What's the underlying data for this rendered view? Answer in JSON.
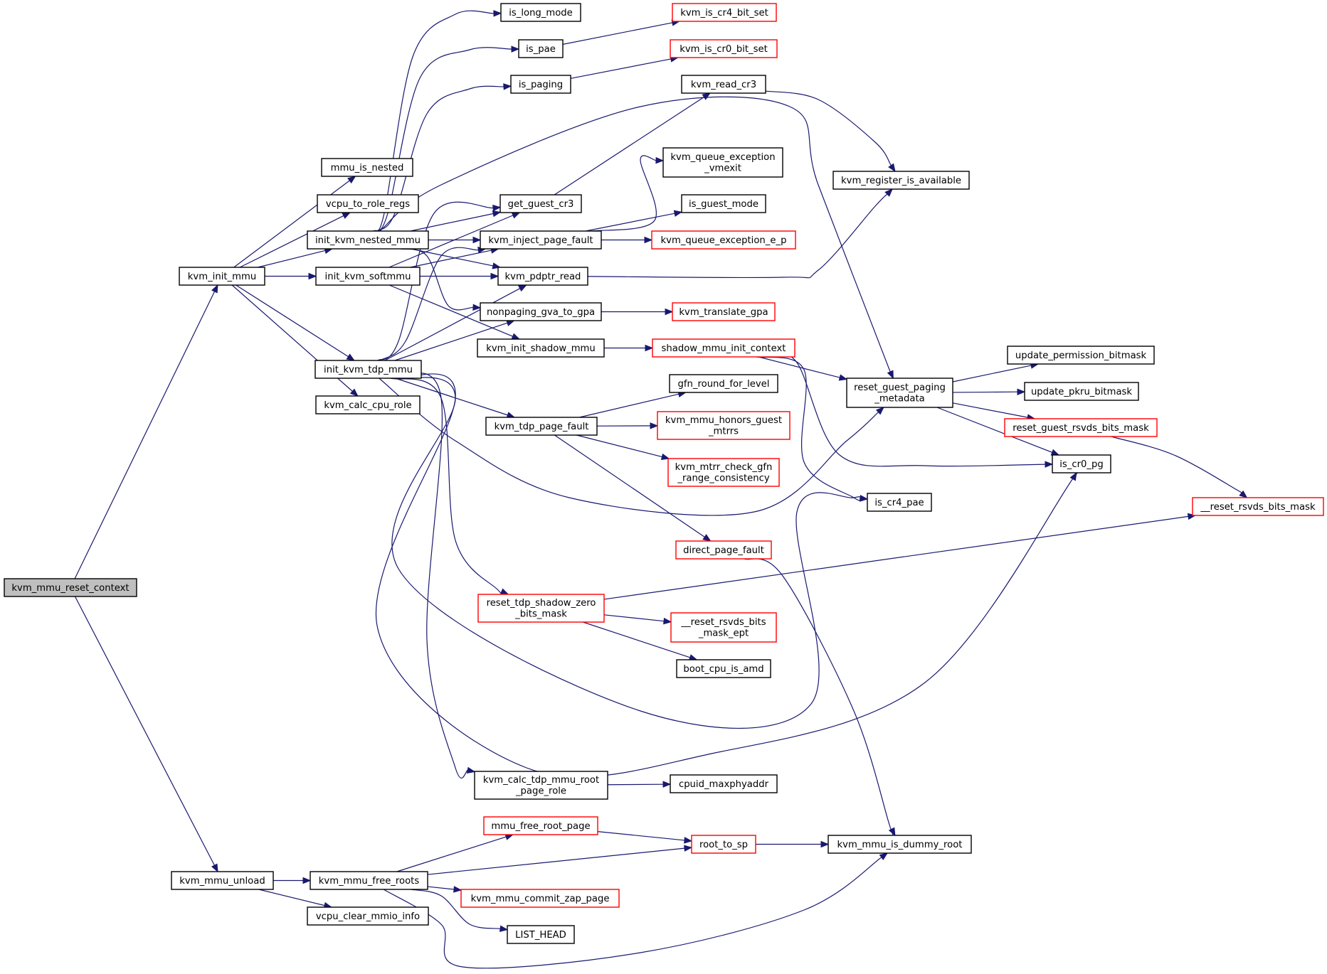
{
  "colors": {
    "edge": "#191970",
    "node_border_black": "#000000",
    "node_border_red": "#ff0000",
    "root_fill": "#bfbfbf",
    "background": "#ffffff"
  },
  "nodes": [
    {
      "id": "n_root",
      "lines": [
        "kvm_mmu_reset_context"
      ],
      "border": "black",
      "highlight": true
    },
    {
      "id": "n_kvm_init_mmu",
      "lines": [
        "kvm_init_mmu"
      ],
      "border": "black"
    },
    {
      "id": "n_kvm_mmu_unload",
      "lines": [
        "kvm_mmu_unload"
      ],
      "border": "black"
    },
    {
      "id": "n_mmu_is_nested",
      "lines": [
        "mmu_is_nested"
      ],
      "border": "black"
    },
    {
      "id": "n_vcpu_to_role_regs",
      "lines": [
        "vcpu_to_role_regs"
      ],
      "border": "black"
    },
    {
      "id": "n_init_kvm_nested_mmu",
      "lines": [
        "init_kvm_nested_mmu"
      ],
      "border": "black"
    },
    {
      "id": "n_init_kvm_softmmu",
      "lines": [
        "init_kvm_softmmu"
      ],
      "border": "black"
    },
    {
      "id": "n_init_kvm_tdp_mmu",
      "lines": [
        "init_kvm_tdp_mmu"
      ],
      "border": "black"
    },
    {
      "id": "n_kvm_calc_cpu_role",
      "lines": [
        "kvm_calc_cpu_role"
      ],
      "border": "black"
    },
    {
      "id": "n_is_long_mode",
      "lines": [
        "is_long_mode"
      ],
      "border": "black"
    },
    {
      "id": "n_is_pae",
      "lines": [
        "is_pae"
      ],
      "border": "black"
    },
    {
      "id": "n_is_paging",
      "lines": [
        "is_paging"
      ],
      "border": "black"
    },
    {
      "id": "n_get_guest_cr3",
      "lines": [
        "get_guest_cr3"
      ],
      "border": "black"
    },
    {
      "id": "n_kvm_inject_page_fault",
      "lines": [
        "kvm_inject_page_fault"
      ],
      "border": "black"
    },
    {
      "id": "n_kvm_pdptr_read",
      "lines": [
        "kvm_pdptr_read"
      ],
      "border": "black"
    },
    {
      "id": "n_nonpaging_gva_to_gpa",
      "lines": [
        "nonpaging_gva_to_gpa"
      ],
      "border": "black"
    },
    {
      "id": "n_kvm_init_shadow_mmu",
      "lines": [
        "kvm_init_shadow_mmu"
      ],
      "border": "black"
    },
    {
      "id": "n_kvm_tdp_page_fault",
      "lines": [
        "kvm_tdp_page_fault"
      ],
      "border": "black"
    },
    {
      "id": "n_reset_tdp_shadow_zero_bits_mask",
      "lines": [
        "reset_tdp_shadow_zero",
        "_bits_mask"
      ],
      "border": "red"
    },
    {
      "id": "n_kvm_calc_tdp_mmu_root_page_role",
      "lines": [
        "kvm_calc_tdp_mmu_root",
        "_page_role"
      ],
      "border": "black"
    },
    {
      "id": "n_kvm_mmu_free_roots",
      "lines": [
        "kvm_mmu_free_roots"
      ],
      "border": "black"
    },
    {
      "id": "n_vcpu_clear_mmio_info",
      "lines": [
        "vcpu_clear_mmio_info"
      ],
      "border": "black"
    },
    {
      "id": "n_mmu_free_root_page",
      "lines": [
        "mmu_free_root_page"
      ],
      "border": "red"
    },
    {
      "id": "n_kvm_mmu_commit_zap_page",
      "lines": [
        "kvm_mmu_commit_zap_page"
      ],
      "border": "red"
    },
    {
      "id": "n_list_head",
      "lines": [
        "LIST_HEAD"
      ],
      "border": "black"
    },
    {
      "id": "n_kvm_is_cr4_bit_set",
      "lines": [
        "kvm_is_cr4_bit_set"
      ],
      "border": "red"
    },
    {
      "id": "n_kvm_is_cr0_bit_set",
      "lines": [
        "kvm_is_cr0_bit_set"
      ],
      "border": "red"
    },
    {
      "id": "n_kvm_read_cr3",
      "lines": [
        "kvm_read_cr3"
      ],
      "border": "black"
    },
    {
      "id": "n_kvm_queue_exception_vmexit",
      "lines": [
        "kvm_queue_exception",
        "_vmexit"
      ],
      "border": "black"
    },
    {
      "id": "n_is_guest_mode",
      "lines": [
        "is_guest_mode"
      ],
      "border": "black"
    },
    {
      "id": "n_kvm_queue_exception_e_p",
      "lines": [
        "kvm_queue_exception_e_p"
      ],
      "border": "red"
    },
    {
      "id": "n_kvm_translate_gpa",
      "lines": [
        "kvm_translate_gpa"
      ],
      "border": "red"
    },
    {
      "id": "n_shadow_mmu_init_context",
      "lines": [
        "shadow_mmu_init_context"
      ],
      "border": "red"
    },
    {
      "id": "n_gfn_round_for_level",
      "lines": [
        "gfn_round_for_level"
      ],
      "border": "black"
    },
    {
      "id": "n_kvm_mmu_honors_guest_mtrrs",
      "lines": [
        "kvm_mmu_honors_guest",
        "_mtrrs"
      ],
      "border": "red"
    },
    {
      "id": "n_kvm_mtrr_check_gfn_range_consistency",
      "lines": [
        "kvm_mtrr_check_gfn",
        "_range_consistency"
      ],
      "border": "red"
    },
    {
      "id": "n_direct_page_fault",
      "lines": [
        "direct_page_fault"
      ],
      "border": "red"
    },
    {
      "id": "n_reset_rsvds_bits_mask_ept",
      "lines": [
        "__reset_rsvds_bits",
        "_mask_ept"
      ],
      "border": "red"
    },
    {
      "id": "n_boot_cpu_is_amd",
      "lines": [
        "boot_cpu_is_amd"
      ],
      "border": "black"
    },
    {
      "id": "n_cpuid_maxphyaddr",
      "lines": [
        "cpuid_maxphyaddr"
      ],
      "border": "black"
    },
    {
      "id": "n_root_to_sp",
      "lines": [
        "root_to_sp"
      ],
      "border": "red"
    },
    {
      "id": "n_kvm_register_is_available",
      "lines": [
        "kvm_register_is_available"
      ],
      "border": "black"
    },
    {
      "id": "n_reset_guest_paging_metadata",
      "lines": [
        "reset_guest_paging",
        "_metadata"
      ],
      "border": "black"
    },
    {
      "id": "n_is_cr4_pae",
      "lines": [
        "is_cr4_pae"
      ],
      "border": "black"
    },
    {
      "id": "n_kvm_mmu_is_dummy_root",
      "lines": [
        "kvm_mmu_is_dummy_root"
      ],
      "border": "black"
    },
    {
      "id": "n_update_permission_bitmask",
      "lines": [
        "update_permission_bitmask"
      ],
      "border": "black"
    },
    {
      "id": "n_update_pkru_bitmask",
      "lines": [
        "update_pkru_bitmask"
      ],
      "border": "black"
    },
    {
      "id": "n_reset_guest_rsvds_bits_mask",
      "lines": [
        "reset_guest_rsvds_bits_mask"
      ],
      "border": "red"
    },
    {
      "id": "n_is_cr0_pg",
      "lines": [
        "is_cr0_pg"
      ],
      "border": "black"
    },
    {
      "id": "n_reset_rsvds_bits_mask",
      "lines": [
        "__reset_rsvds_bits_mask"
      ],
      "border": "red"
    }
  ],
  "edges": [
    {
      "from": "n_root",
      "to": "n_kvm_init_mmu"
    },
    {
      "from": "n_root",
      "to": "n_kvm_mmu_unload"
    },
    {
      "from": "n_kvm_init_mmu",
      "to": "n_mmu_is_nested"
    },
    {
      "from": "n_kvm_init_mmu",
      "to": "n_vcpu_to_role_regs"
    },
    {
      "from": "n_kvm_init_mmu",
      "to": "n_init_kvm_nested_mmu"
    },
    {
      "from": "n_kvm_init_mmu",
      "to": "n_init_kvm_softmmu"
    },
    {
      "from": "n_kvm_init_mmu",
      "to": "n_init_kvm_tdp_mmu"
    },
    {
      "from": "n_kvm_init_mmu",
      "to": "n_kvm_calc_cpu_role"
    },
    {
      "from": "n_init_kvm_nested_mmu",
      "to": "n_is_long_mode"
    },
    {
      "from": "n_init_kvm_nested_mmu",
      "to": "n_is_pae"
    },
    {
      "from": "n_init_kvm_nested_mmu",
      "to": "n_is_paging"
    },
    {
      "from": "n_init_kvm_nested_mmu",
      "to": "n_get_guest_cr3"
    },
    {
      "from": "n_init_kvm_nested_mmu",
      "to": "n_kvm_inject_page_fault"
    },
    {
      "from": "n_init_kvm_nested_mmu",
      "to": "n_kvm_pdptr_read"
    },
    {
      "from": "n_init_kvm_nested_mmu",
      "to": "n_nonpaging_gva_to_gpa"
    },
    {
      "from": "n_init_kvm_nested_mmu",
      "to": "n_reset_guest_paging_metadata"
    },
    {
      "from": "n_init_kvm_softmmu",
      "to": "n_get_guest_cr3"
    },
    {
      "from": "n_init_kvm_softmmu",
      "to": "n_kvm_inject_page_fault"
    },
    {
      "from": "n_init_kvm_softmmu",
      "to": "n_kvm_pdptr_read"
    },
    {
      "from": "n_init_kvm_softmmu",
      "to": "n_kvm_init_shadow_mmu"
    },
    {
      "from": "n_init_kvm_tdp_mmu",
      "to": "n_get_guest_cr3"
    },
    {
      "from": "n_init_kvm_tdp_mmu",
      "to": "n_kvm_inject_page_fault"
    },
    {
      "from": "n_init_kvm_tdp_mmu",
      "to": "n_kvm_pdptr_read"
    },
    {
      "from": "n_init_kvm_tdp_mmu",
      "to": "n_nonpaging_gva_to_gpa"
    },
    {
      "from": "n_init_kvm_tdp_mmu",
      "to": "n_kvm_tdp_page_fault"
    },
    {
      "from": "n_init_kvm_tdp_mmu",
      "to": "n_reset_tdp_shadow_zero_bits_mask"
    },
    {
      "from": "n_init_kvm_tdp_mmu",
      "to": "n_kvm_calc_tdp_mmu_root_page_role"
    },
    {
      "from": "n_init_kvm_tdp_mmu",
      "to": "n_reset_guest_paging_metadata"
    },
    {
      "from": "n_init_kvm_tdp_mmu",
      "to": "n_is_cr4_pae"
    },
    {
      "from": "n_init_kvm_tdp_mmu",
      "to": "n_is_cr0_pg"
    },
    {
      "from": "n_is_pae",
      "to": "n_kvm_is_cr4_bit_set"
    },
    {
      "from": "n_is_paging",
      "to": "n_kvm_is_cr0_bit_set"
    },
    {
      "from": "n_get_guest_cr3",
      "to": "n_kvm_read_cr3"
    },
    {
      "from": "n_kvm_read_cr3",
      "to": "n_kvm_register_is_available"
    },
    {
      "from": "n_kvm_inject_page_fault",
      "to": "n_kvm_queue_exception_vmexit"
    },
    {
      "from": "n_kvm_inject_page_fault",
      "to": "n_is_guest_mode"
    },
    {
      "from": "n_kvm_inject_page_fault",
      "to": "n_kvm_queue_exception_e_p"
    },
    {
      "from": "n_kvm_pdptr_read",
      "to": "n_kvm_register_is_available"
    },
    {
      "from": "n_nonpaging_gva_to_gpa",
      "to": "n_kvm_translate_gpa"
    },
    {
      "from": "n_kvm_init_shadow_mmu",
      "to": "n_shadow_mmu_init_context"
    },
    {
      "from": "n_shadow_mmu_init_context",
      "to": "n_reset_guest_paging_metadata"
    },
    {
      "from": "n_shadow_mmu_init_context",
      "to": "n_is_cr4_pae"
    },
    {
      "from": "n_shadow_mmu_init_context",
      "to": "n_is_cr0_pg"
    },
    {
      "from": "n_kvm_tdp_page_fault",
      "to": "n_gfn_round_for_level"
    },
    {
      "from": "n_kvm_tdp_page_fault",
      "to": "n_kvm_mmu_honors_guest_mtrrs"
    },
    {
      "from": "n_kvm_tdp_page_fault",
      "to": "n_kvm_mtrr_check_gfn_range_consistency"
    },
    {
      "from": "n_kvm_tdp_page_fault",
      "to": "n_direct_page_fault"
    },
    {
      "from": "n_direct_page_fault",
      "to": "n_kvm_mmu_is_dummy_root"
    },
    {
      "from": "n_reset_tdp_shadow_zero_bits_mask",
      "to": "n_reset_rsvds_bits_mask"
    },
    {
      "from": "n_reset_tdp_shadow_zero_bits_mask",
      "to": "n_reset_rsvds_bits_mask_ept"
    },
    {
      "from": "n_reset_tdp_shadow_zero_bits_mask",
      "to": "n_boot_cpu_is_amd"
    },
    {
      "from": "n_kvm_calc_tdp_mmu_root_page_role",
      "to": "n_cpuid_maxphyaddr"
    },
    {
      "from": "n_reset_guest_paging_metadata",
      "to": "n_update_permission_bitmask"
    },
    {
      "from": "n_reset_guest_paging_metadata",
      "to": "n_update_pkru_bitmask"
    },
    {
      "from": "n_reset_guest_paging_metadata",
      "to": "n_reset_guest_rsvds_bits_mask"
    },
    {
      "from": "n_reset_guest_paging_metadata",
      "to": "n_is_cr0_pg"
    },
    {
      "from": "n_reset_guest_rsvds_bits_mask",
      "to": "n_reset_rsvds_bits_mask"
    },
    {
      "from": "n_kvm_mmu_unload",
      "to": "n_kvm_mmu_free_roots"
    },
    {
      "from": "n_kvm_mmu_unload",
      "to": "n_vcpu_clear_mmio_info"
    },
    {
      "from": "n_kvm_mmu_free_roots",
      "to": "n_mmu_free_root_page"
    },
    {
      "from": "n_kvm_mmu_free_roots",
      "to": "n_root_to_sp"
    },
    {
      "from": "n_kvm_mmu_free_roots",
      "to": "n_kvm_mmu_commit_zap_page"
    },
    {
      "from": "n_kvm_mmu_free_roots",
      "to": "n_list_head"
    },
    {
      "from": "n_kvm_mmu_free_roots",
      "to": "n_kvm_mmu_is_dummy_root"
    },
    {
      "from": "n_mmu_free_root_page",
      "to": "n_root_to_sp"
    },
    {
      "from": "n_root_to_sp",
      "to": "n_kvm_mmu_is_dummy_root"
    }
  ]
}
